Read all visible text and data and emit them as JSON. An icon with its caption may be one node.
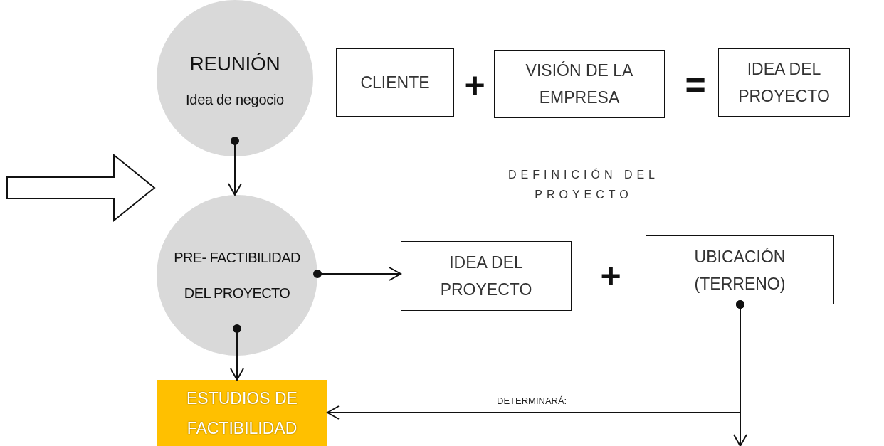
{
  "diagram": {
    "nodes": [
      {
        "text": [
          "REUNIÓN",
          "Idea de negocio"
        ]
      },
      {
        "text": [
          "CLIENTE"
        ]
      },
      {
        "text": [
          "VISIÓN DE LA EMPRESA"
        ]
      },
      {
        "text": [
          "IDEA DEL PROYECTO"
        ]
      },
      {
        "text": [
          "PRE- FACTIBILIDAD DEL PROYECTO"
        ]
      },
      {
        "text": [
          "IDEA DEL PROYECTO"
        ]
      },
      {
        "text": [
          "UBICACIÓN (TERRENO)"
        ]
      },
      {
        "text": [
          "ESTUDIOS DE FACTIBILIDAD"
        ]
      }
    ],
    "edges": [
      {
        "from": 0,
        "to": 4,
        "arrow": "to"
      },
      {
        "from": 4,
        "to": 5,
        "arrow": "to"
      },
      {
        "from": 4,
        "to": 7,
        "arrow": "to"
      },
      {
        "from": 6,
        "to": 7,
        "arrow": "to",
        "label": "DETERMINARÁ:"
      },
      {
        "from": 6,
        "to": null,
        "arrow": "to"
      }
    ],
    "labels": [
      "+",
      "=",
      "DEFINICIÓN DEL PROYECTO",
      "+"
    ]
  }
}
